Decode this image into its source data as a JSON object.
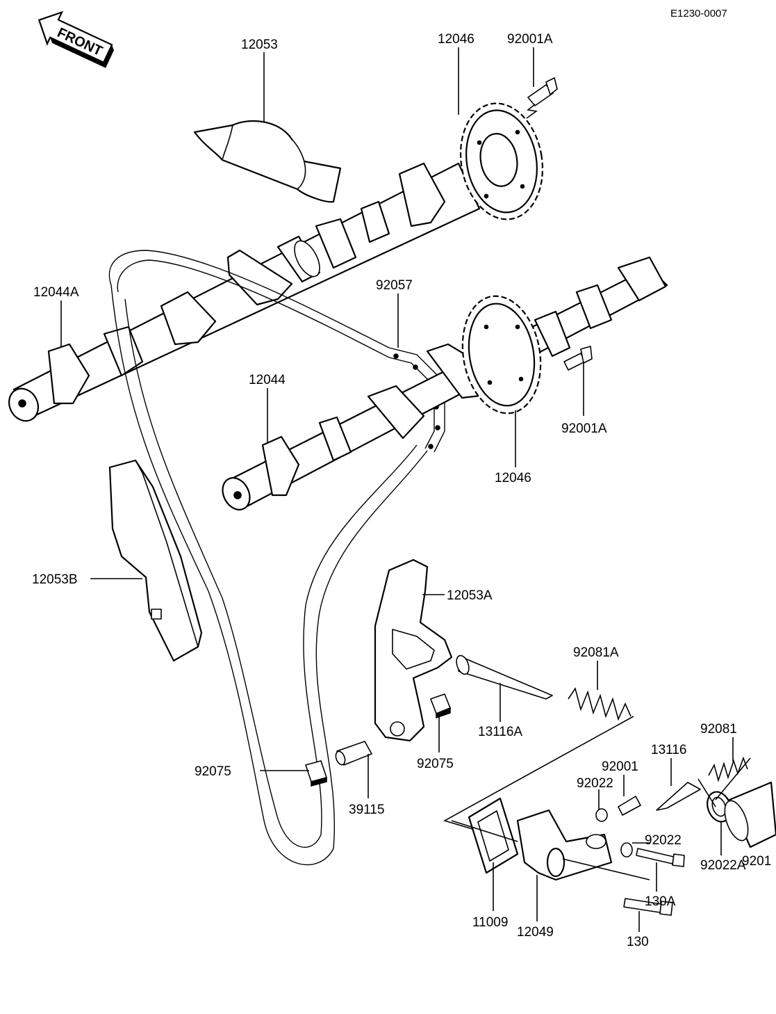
{
  "drawing_code": "E1230-0007",
  "front_badge": "FRONT",
  "labels": {
    "l12053": "12053",
    "l12046_top": "12046",
    "l92001A_top": "92001A",
    "l12044A": "12044A",
    "l92057": "92057",
    "l12044": "12044",
    "l92001A_right": "92001A",
    "l12046_bottom": "12046",
    "l12053B": "12053B",
    "l12053A": "12053A",
    "l92081A": "92081A",
    "l13116A": "13116A",
    "l92075_right": "92075",
    "l92075_left": "92075",
    "l39115": "39115",
    "l92081": "92081",
    "l13116": "13116",
    "l92001": "92001",
    "l92022_top": "92022",
    "l92022_mid": "92022",
    "l9201": "9201",
    "l130A": "130A",
    "l92022A": "92022A",
    "l11009": "11009",
    "l12049": "12049",
    "l130": "130"
  }
}
